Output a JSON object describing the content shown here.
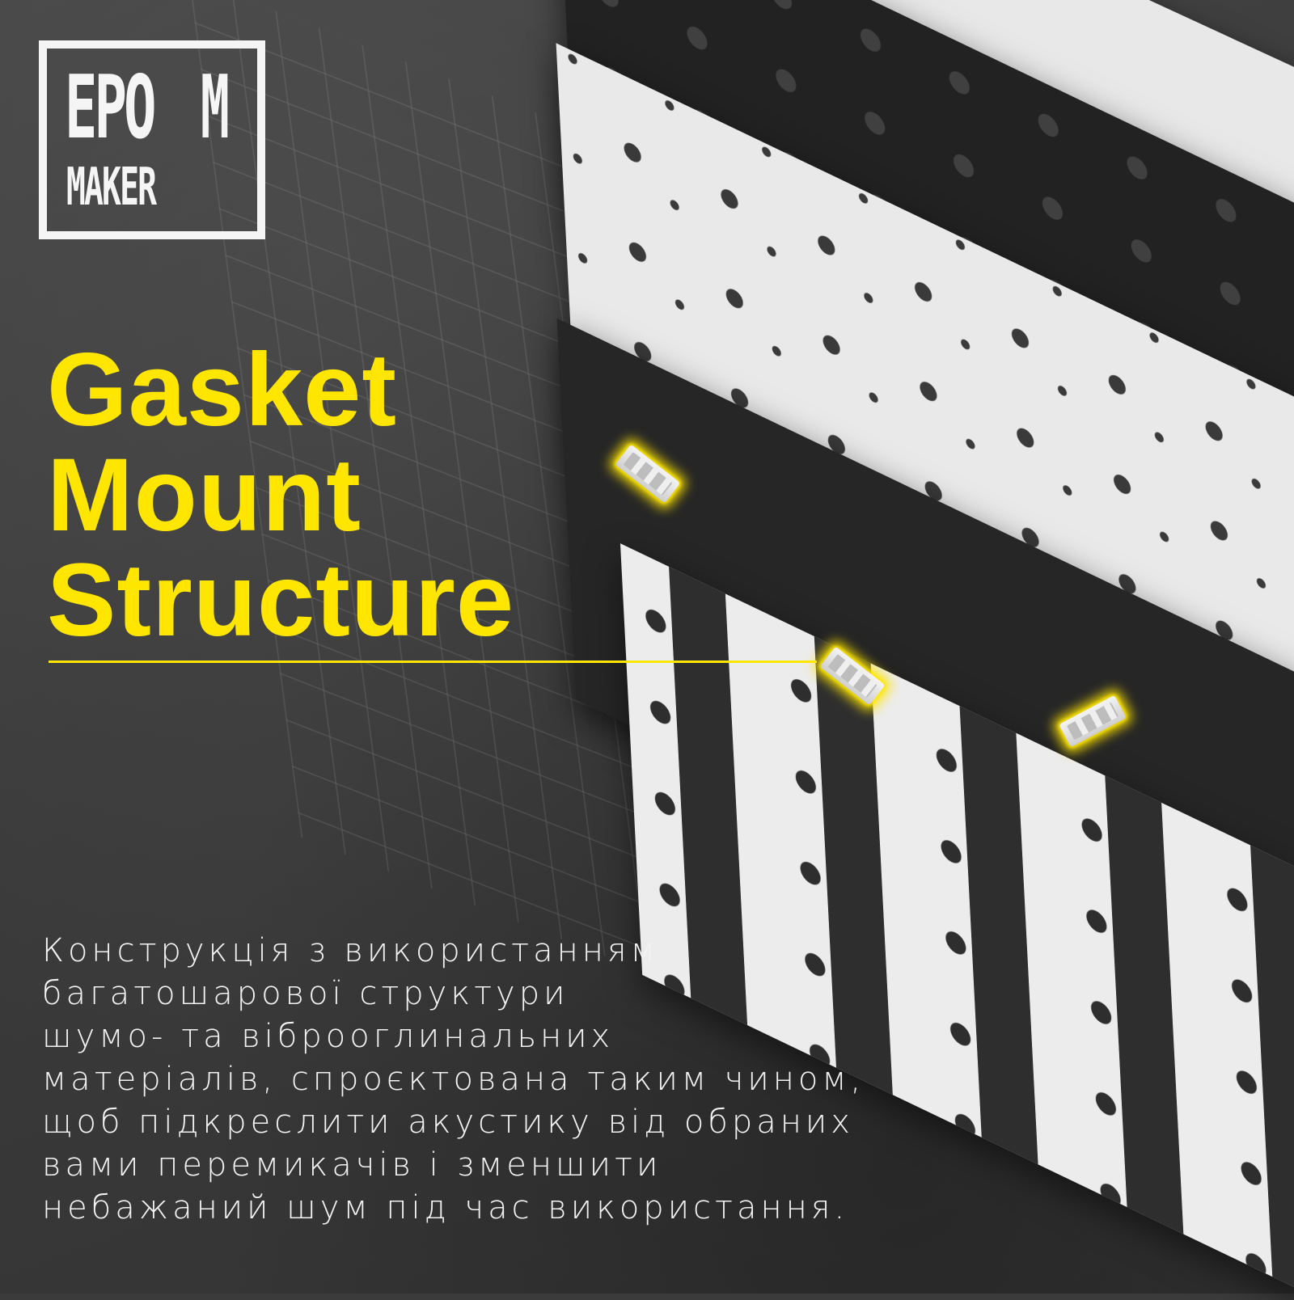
{
  "brand": {
    "logo_line1": "EPO",
    "logo_m": "M",
    "logo_line2": "MAKER"
  },
  "headline": {
    "lines": [
      "Gasket",
      "Mount",
      "Structure"
    ],
    "color": "#ffe600"
  },
  "description": {
    "lines": [
      "Конструкція з використанням",
      "багатошарової структури",
      "шумо- та віброоглинальних",
      "матеріалів, спроєктована таким чином,",
      "щоб підкреслити акустику від обраних",
      "вами перемикачів і зменшити",
      "небажаний шум під час використання."
    ],
    "color": "#f2f2f2"
  },
  "illustration": {
    "subject": "exploded-keyboard-layers",
    "plates": [
      "white-plate",
      "black-foam",
      "white-plate",
      "black-foam",
      "white-case-plate"
    ],
    "gaskets_highlighted": 3,
    "highlight_color": "#ffe600"
  },
  "colors": {
    "background": "#3b3b3b",
    "accent": "#ffe600",
    "logo": "#f5f5f5"
  }
}
